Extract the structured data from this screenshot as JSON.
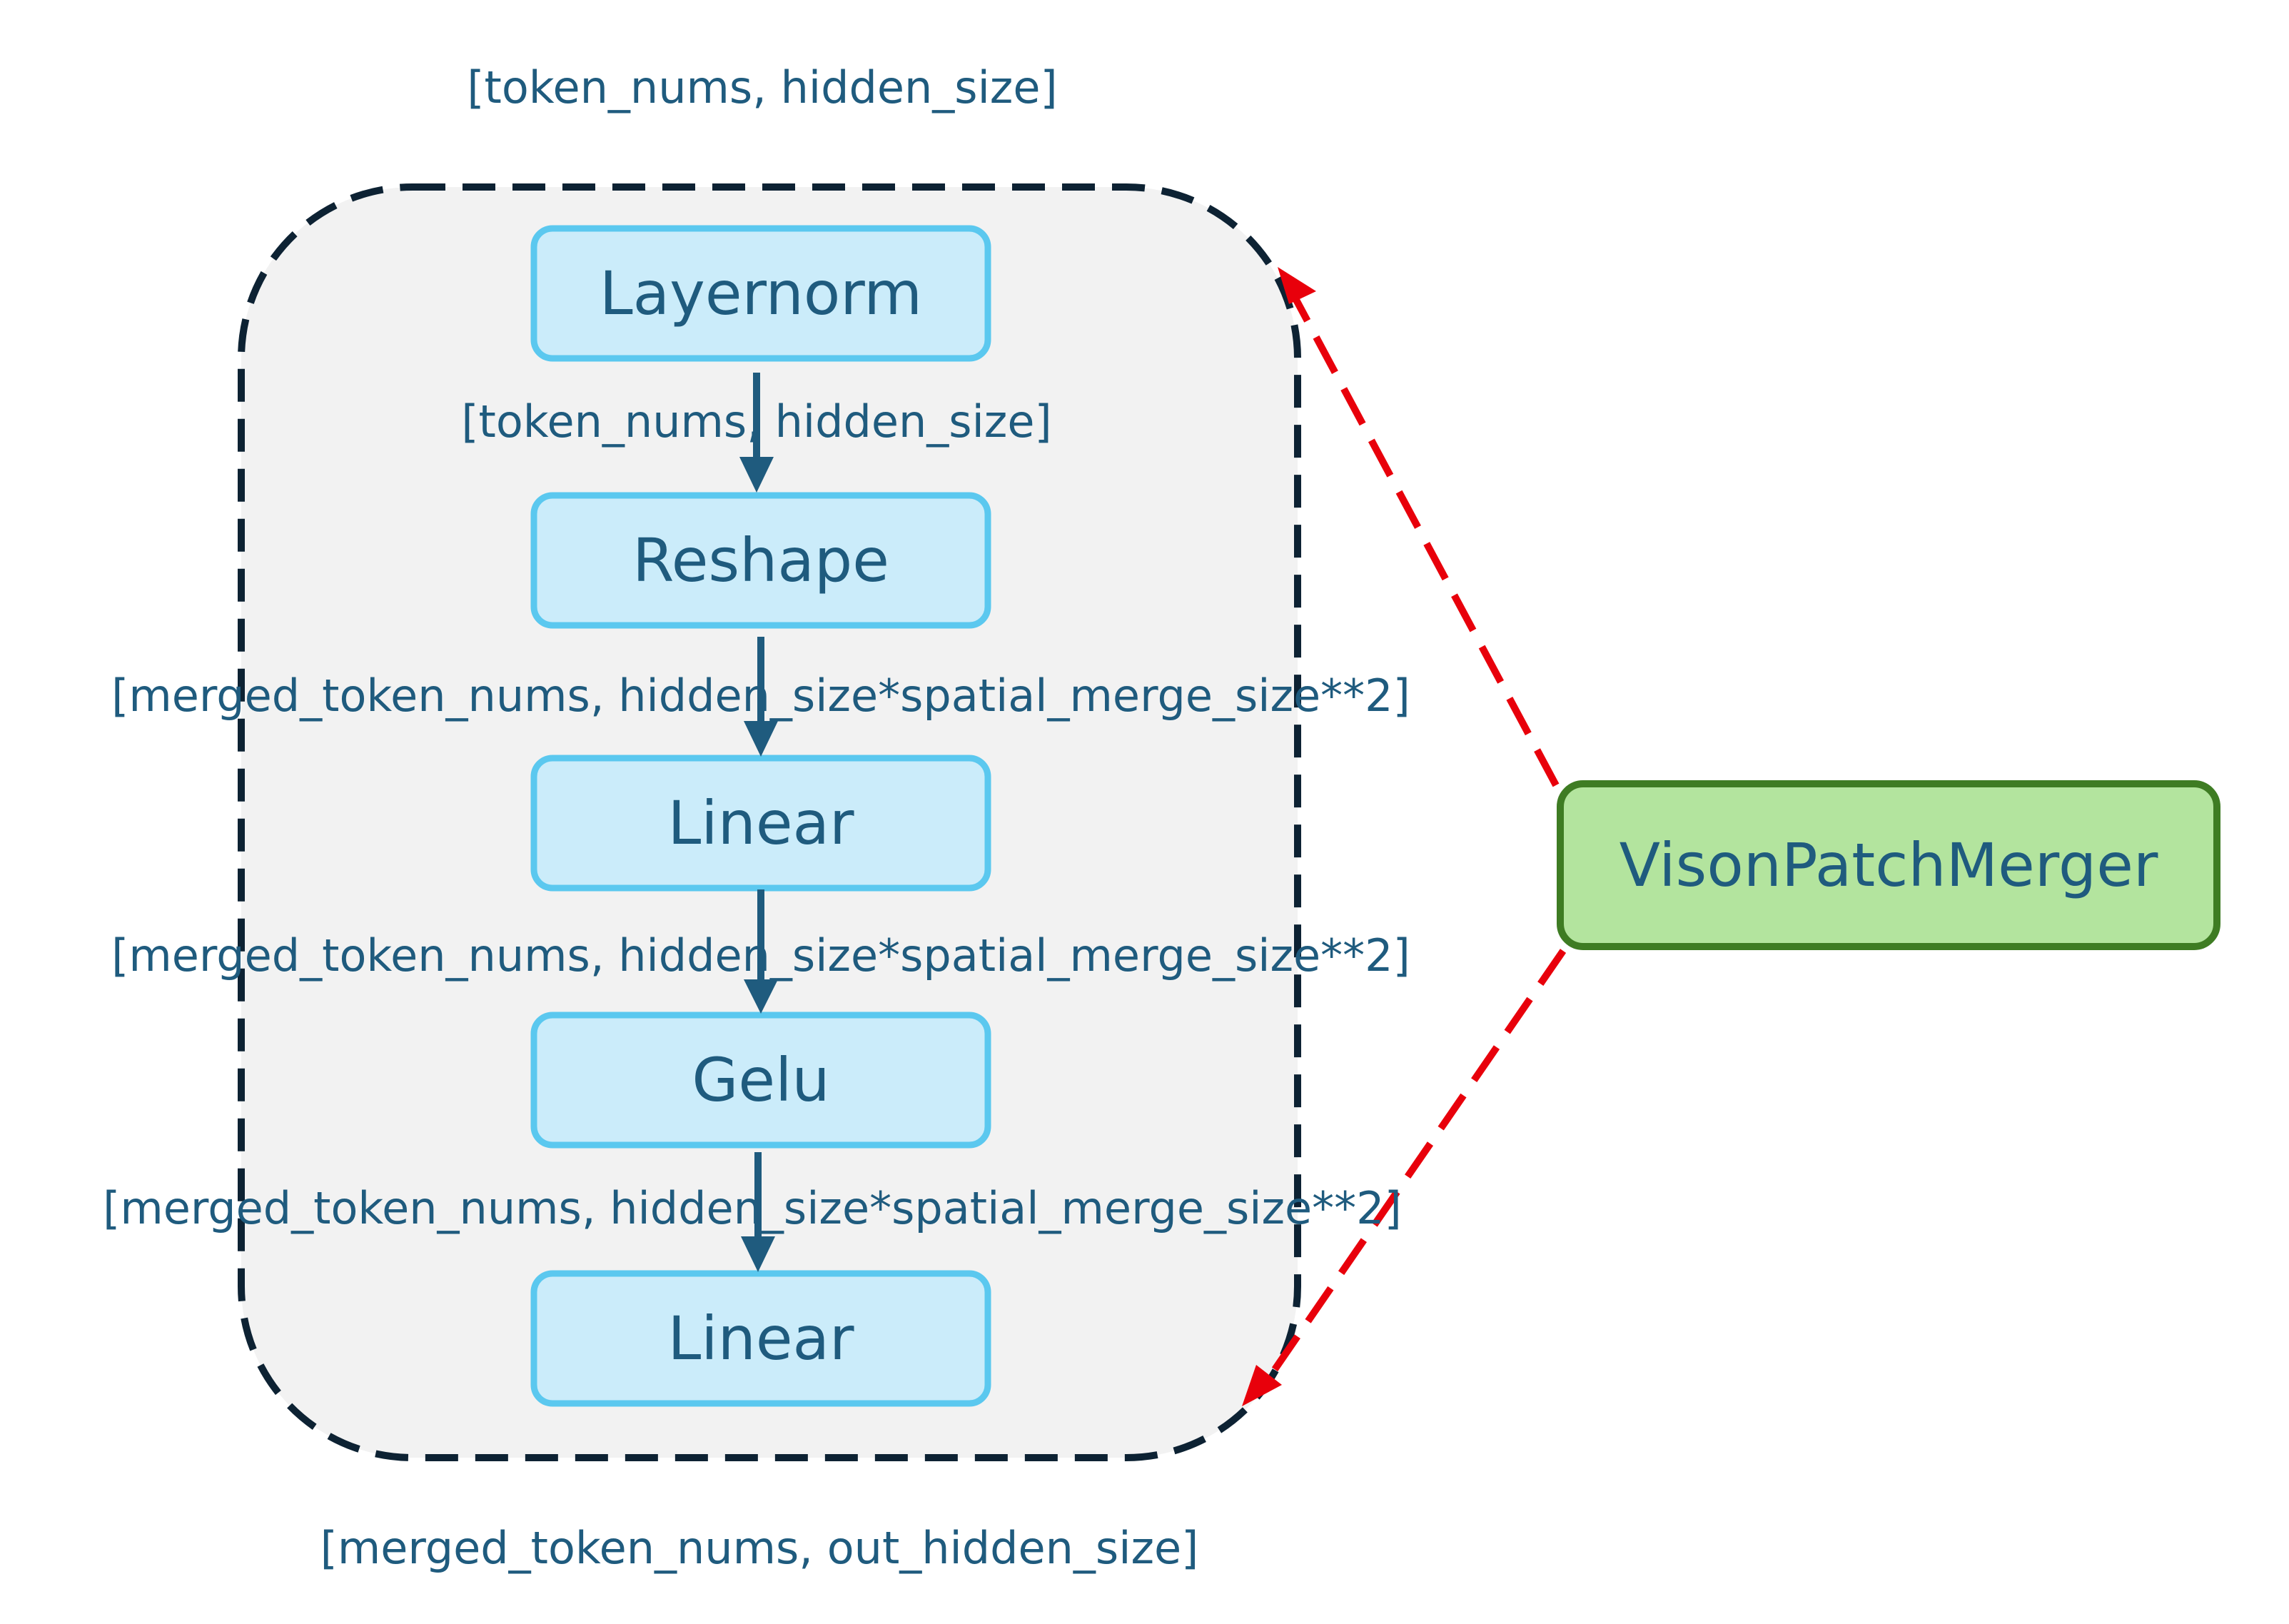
{
  "diagram": {
    "title_dim": "[token_nums, hidden_size]",
    "output_dim": "[merged_token_nums, out_hidden_size]",
    "module": {
      "label": "VisonPatchMerger"
    },
    "layers": [
      {
        "label": "Layernorm"
      },
      {
        "label": "Reshape"
      },
      {
        "label": "Linear"
      },
      {
        "label": "Gelu"
      },
      {
        "label": "Linear"
      }
    ],
    "edge_dims": [
      "[token_nums, hidden_size]",
      "[merged_token_nums, hidden_size*spatial_merge_size**2]",
      "[merged_token_nums, hidden_size*spatial_merge_size**2]",
      "[merged_token_nums, hidden_size*spatial_merge_size**2]"
    ],
    "colors": {
      "layer_fill": "#cbecfa",
      "layer_stroke": "#5bc8ef",
      "container_fill": "#f2f2f2",
      "container_stroke": "#0d2233",
      "module_fill": "#b3e49e",
      "module_stroke": "#3e7c23",
      "arrow": "#1f5b7e",
      "dashed_arrow": "#e8000b",
      "text": "#1f5b7e"
    }
  }
}
